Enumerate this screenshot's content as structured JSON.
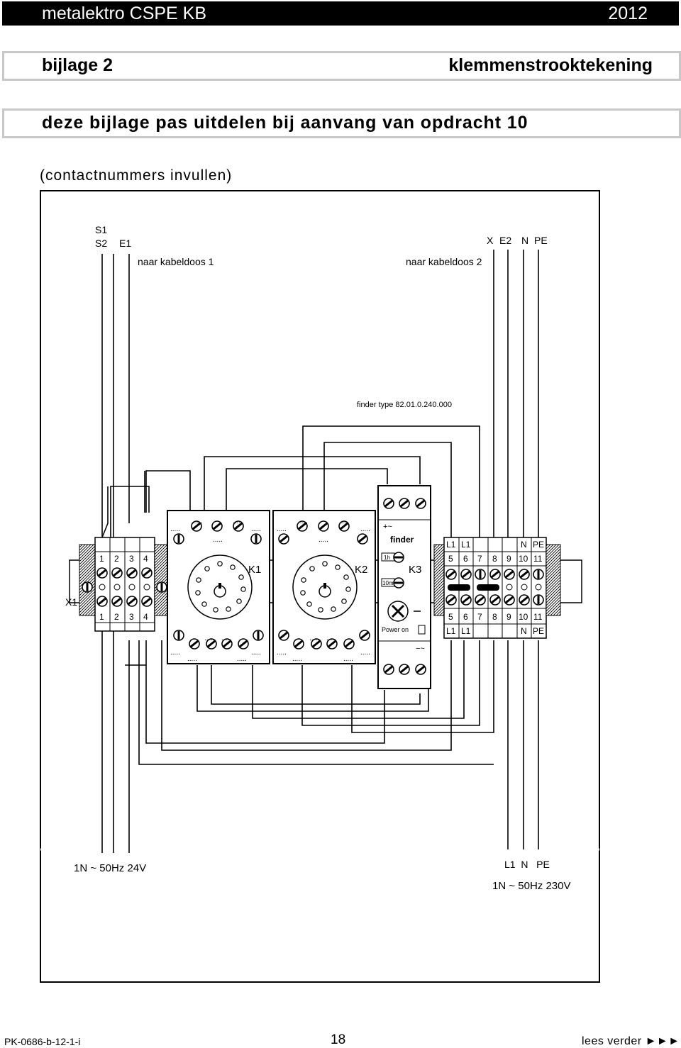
{
  "header": {
    "title": "metalektro CSPE KB",
    "year": "2012"
  },
  "section": {
    "attachment": "bijlage 2",
    "topic": "klemmenstrooktekening"
  },
  "instruction": "deze bijlage pas uitdelen bij aanvang van opdracht 10",
  "subtitle": "(contactnummers invullen)",
  "diagram": {
    "left_labels": {
      "s1": "S1",
      "s2": "S2",
      "e1": "E1",
      "dest": "naar kabeldoos 1"
    },
    "right_labels": {
      "x": "X",
      "e2": "E2",
      "n": "N",
      "pe": "PE",
      "dest": "naar kabeldoos 2"
    },
    "finder_type": "finder type 82.01.0.240.000",
    "x1": {
      "name": "X1",
      "numbers": [
        "1",
        "2",
        "3",
        "4"
      ]
    },
    "k1": "K1",
    "k2": "K2",
    "k3": {
      "name": "K3",
      "brand": "finder",
      "power_on": "Power on",
      "top_mark": "+~",
      "bottom_mark": "−~",
      "range1": "1h",
      "range2": "10m"
    },
    "x2": {
      "top_row": [
        "L1",
        "L1",
        "",
        "",
        "",
        "N",
        "PE"
      ],
      "numbers": [
        "5",
        "6",
        "7",
        "8",
        "9",
        "10",
        "11"
      ],
      "bottom_row": [
        "L1",
        "L1",
        "",
        "",
        "",
        "N",
        "PE"
      ]
    },
    "supply_low": "1N ~ 50Hz 24V",
    "supply_high": {
      "labels": "L1  N   PE",
      "text": "1N ~ 50Hz 230V"
    }
  },
  "footer": {
    "code": "PK-0686-b-12-1-i",
    "page": "18",
    "next": "lees verder ►►►"
  }
}
